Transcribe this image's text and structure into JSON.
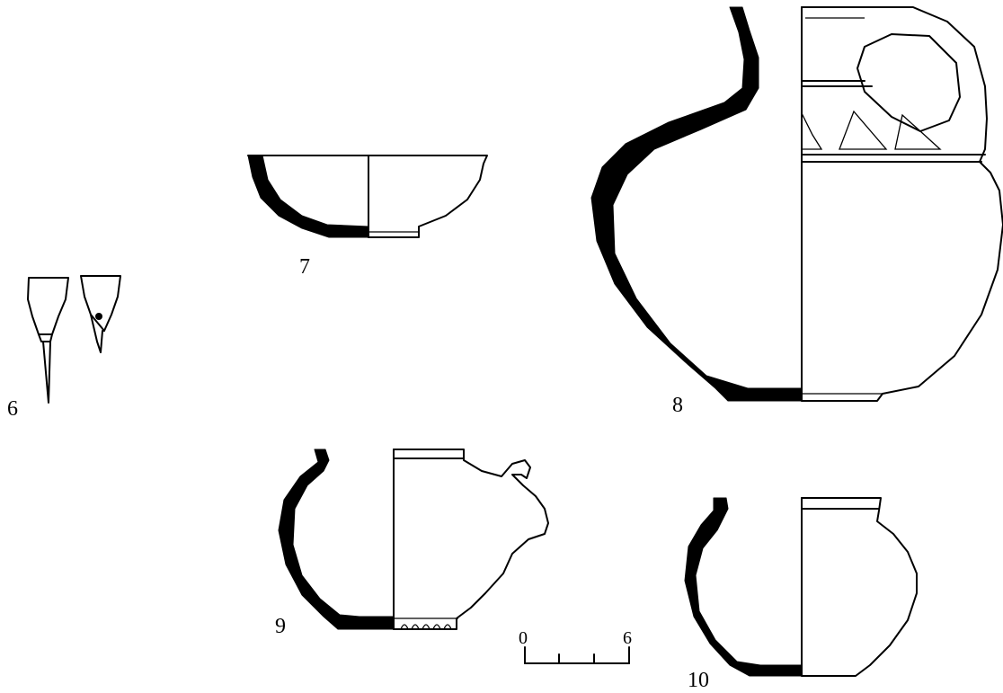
{
  "figures": [
    {
      "id": "6",
      "label": "6"
    },
    {
      "id": "7",
      "label": "7"
    },
    {
      "id": "8",
      "label": "8"
    },
    {
      "id": "9",
      "label": "9"
    },
    {
      "id": "10",
      "label": "10"
    }
  ],
  "scale_bar": {
    "start_label": "0",
    "end_label": "6",
    "divisions": 3
  }
}
